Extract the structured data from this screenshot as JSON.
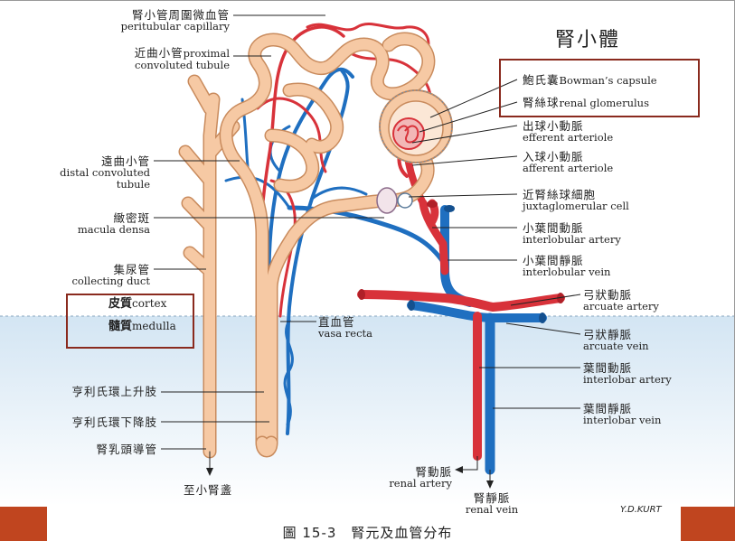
{
  "title": "腎小體",
  "caption": "圖 15-3　腎元及血管分布",
  "signature": "Y.D.KURT",
  "labels": {
    "peritubular_zh": "腎小管周圍微血管",
    "peritubular_en": "peritubular capillary",
    "pct_zh": "近曲小管",
    "pct_en1": "proximal",
    "pct_en2": "convoluted tubule",
    "dct_zh": "遠曲小管",
    "dct_en1": "distal convoluted",
    "dct_en2": "tubule",
    "macula_zh": "緻密斑",
    "macula_en": "macula densa",
    "collecting_zh": "集尿管",
    "collecting_en": "collecting duct",
    "cortex_zh": "皮質",
    "cortex_en": "cortex",
    "medulla_zh": "髓質",
    "medulla_en": "medulla",
    "asc_limb_zh": "亨利氏環上升肢",
    "desc_limb_zh": "亨利氏環下降肢",
    "papillary_zh": "腎乳頭導管",
    "to_calyx_zh": "至小腎盞",
    "vasa_zh": "直血管",
    "vasa_en": "vasa recta",
    "bowman_zh": "鮑氏囊",
    "bowman_en": "Bowman’s capsule",
    "glom_zh": "腎絲球",
    "glom_en": "renal glomerulus",
    "efferent_zh": "出球小動脈",
    "efferent_en": "efferent arteriole",
    "afferent_zh": "入球小動脈",
    "afferent_en": "afferent arteriole",
    "jg_zh": "近腎絲球細胞",
    "jg_en": "juxtaglomerular cell",
    "il_artery_zh": "小葉間動脈",
    "il_artery_en": "interlobular artery",
    "il_vein_zh": "小葉間靜脈",
    "il_vein_en": "interlobular vein",
    "arcuate_artery_zh": "弓狀動脈",
    "arcuate_artery_en": "arcuate artery",
    "arcuate_vein_zh": "弓狀靜脈",
    "arcuate_vein_en": "arcuate vein",
    "interlobar_artery_zh": "葉間動脈",
    "interlobar_artery_en": "interlobar artery",
    "interlobar_vein_zh": "葉間靜脈",
    "interlobar_vein_en": "interlobar vein",
    "renal_artery_zh": "腎動脈",
    "renal_artery_en": "renal artery",
    "renal_vein_zh": "腎靜脈",
    "renal_vein_en": "renal vein"
  },
  "colors": {
    "tubule": "#f6c9a4",
    "tubule_edge": "#c98b5d",
    "artery": "#d8323a",
    "vein": "#1f6fc0",
    "medulla_bg": "#dbe9f4",
    "accent_frame": "#8a2a1e",
    "footer_bar": "#c0451f"
  }
}
